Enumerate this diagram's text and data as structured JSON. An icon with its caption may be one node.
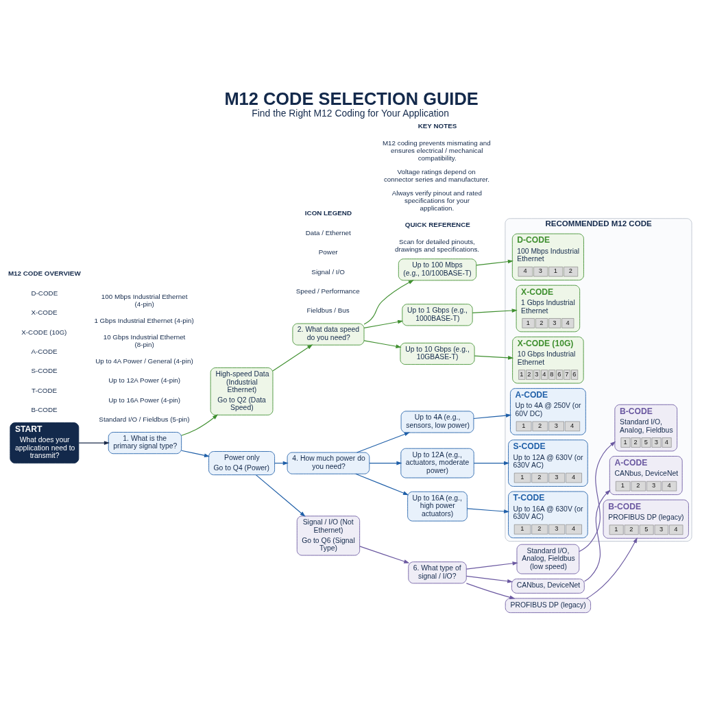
{
  "diagram": {
    "title": "M12 CODE SELECTION GUIDE",
    "nodes": [
      {
        "text": [
          "START",
          "What does your application need to transmit?"
        ]
      },
      {
        "text": [
          "1. What is the primary signal type?"
        ]
      },
      {
        "text": [
          "High-speed Data (Industrial Ethernet)",
          "Go to Q2 (Data Speed)"
        ]
      },
      {
        "text": [
          "2. What data speed do you need?"
        ]
      },
      {
        "text": [
          "Up to 100 Mbps (e.g., 10/100BASE-T)"
        ]
      },
      {
        "text": [
          "Up to 1 Gbps (e.g., 1000BASE-T)"
        ]
      },
      {
        "text": [
          "Up to 10 Gbps (e.g., 10GBASE-T)"
        ]
      },
      {
        "text": [
          "RECOMMENDED M12 CODE"
        ]
      },
      {
        "text": [
          "D-CODE",
          "100 Mbps Industrial Ethernet",
          "4",
          "3",
          "1",
          "2"
        ],
        "in": 7
      },
      {
        "text": [
          "X-CODE",
          "1 Gbps Industrial Ethernet",
          "1",
          "2",
          "3",
          "4"
        ],
        "in": 7
      },
      {
        "text": [
          "X-CODE (10G)",
          "10 Gbps Industrial Ethernet",
          "1",
          "2",
          "3",
          "4",
          "8",
          "6",
          "7",
          "6"
        ],
        "in": 7
      },
      {
        "text": [
          "Power only",
          "Go to Q4 (Power)"
        ]
      },
      {
        "text": [
          "4. How much power do you need?"
        ]
      },
      {
        "text": [
          "Up to 4A (e.g., sensors, low power)"
        ]
      },
      {
        "text": [
          "Up to 12A (e.g., actuators, moderate power)"
        ]
      },
      {
        "text": [
          "Up to 16A (e.g., high power actuators)"
        ]
      },
      {
        "text": [
          "A-CODE",
          "Up to 4A @ 250V (or 60V DC)",
          "1",
          "2",
          "3",
          "4"
        ],
        "in": 7
      },
      {
        "text": [
          "S-CODE",
          "Up to 12A @ 630V (or 630V AC)",
          "1",
          "2",
          "3",
          "4"
        ],
        "in": 7
      },
      {
        "text": [
          "T-CODE",
          "Up to 16A @ 630V (or 630V AC)",
          "1",
          "2",
          "3",
          "4"
        ],
        "in": 7
      },
      {
        "text": [
          "Signal / I/O (Not Ethernet)",
          "Go to Q6 (Signal Type)"
        ]
      },
      {
        "text": [
          "6. What type of signal / I/O?"
        ]
      },
      {
        "text": [
          "Standard I/O, Analog, Fieldbus (low speed)"
        ]
      },
      {
        "text": [
          "CANbus, DeviceNet"
        ]
      },
      {
        "text": [
          "PROFIBUS DP (legacy)"
        ]
      },
      {
        "text": [
          "B-CODE",
          "Standard I/O, Analog, Fieldbus",
          "1",
          "2",
          "5",
          "3",
          "4"
        ],
        "in": 7
      },
      {
        "text": [
          "A-CODE",
          "CANbus, DeviceNet",
          "1",
          "2",
          "3",
          "4"
        ],
        "in": 7
      },
      {
        "text": [
          "B-CODE",
          "PROFIBUS DP (legacy)",
          "1",
          "2",
          "5",
          "3",
          "4"
        ],
        "in": 7
      }
    ],
    "edges": [
      {
        "from": 0,
        "to": 1,
        "arrow": "to",
        "color": "#1b2a4a"
      },
      {
        "from": 1,
        "to": 2,
        "arrow": "to",
        "color": "#3f8f2f"
      },
      {
        "from": 2,
        "to": 3,
        "arrow": "to",
        "color": "#3f8f2f"
      },
      {
        "from": 3,
        "to": 4,
        "arrow": "to",
        "color": "#3f8f2f"
      },
      {
        "from": 3,
        "to": 5,
        "arrow": "to",
        "color": "#3f8f2f"
      },
      {
        "from": 3,
        "to": 6,
        "arrow": "to",
        "color": "#3f8f2f"
      },
      {
        "from": 4,
        "to": 8,
        "arrow": "to",
        "color": "#3f8f2f"
      },
      {
        "from": 5,
        "to": 9,
        "arrow": "to",
        "color": "#3f8f2f"
      },
      {
        "from": 6,
        "to": 10,
        "arrow": "to",
        "color": "#3f8f2f"
      },
      {
        "from": 1,
        "to": 11,
        "arrow": "to"
      },
      {
        "from": 11,
        "to": 12,
        "arrow": "to"
      },
      {
        "from": 12,
        "to": 13,
        "arrow": "to"
      },
      {
        "from": 12,
        "to": 14,
        "arrow": "to"
      },
      {
        "from": 12,
        "to": 15,
        "arrow": "to"
      },
      {
        "from": 13,
        "to": 16,
        "arrow": "to"
      },
      {
        "from": 14,
        "to": 17,
        "arrow": "to"
      },
      {
        "from": 15,
        "to": 18,
        "arrow": "to"
      },
      {
        "from": 11,
        "to": 19,
        "arrow": "to"
      },
      {
        "from": 19,
        "to": 20,
        "arrow": "to",
        "color": "#6a58a0"
      },
      {
        "from": 20,
        "to": 21,
        "arrow": "to",
        "color": "#6a58a0"
      },
      {
        "from": 20,
        "to": 22,
        "arrow": "to",
        "color": "#6a58a0"
      },
      {
        "from": 20,
        "to": 23,
        "arrow": "to",
        "color": "#6a58a0"
      },
      {
        "from": 21,
        "to": 24,
        "arrow": "to",
        "color": "#6a58a0"
      },
      {
        "from": 22,
        "to": 25,
        "arrow": "to",
        "color": "#6a58a0"
      },
      {
        "from": 23,
        "to": 26,
        "arrow": "to",
        "color": "#6a58a0"
      }
    ],
    "labels": [
      "Find the Right M12 Coding for Your Application",
      "M12 CODE OVERVIEW",
      "D-CODE",
      "100 Mbps Industrial Ethernet (4-pin)",
      "X-CODE",
      "1 Gbps Industrial Ethernet (4-pin)",
      "X-CODE (10G)",
      "10 Gbps Industrial Ethernet (8-pin)",
      "A-CODE",
      "Up to 4A Power / General (4-pin)",
      "S-CODE",
      "Up to 12A Power (4-pin)",
      "T-CODE",
      "Up to 16A Power (4-pin)",
      "B-CODE",
      "Standard I/O / Fieldbus (5-pin)",
      "KEY NOTES",
      "M12 coding prevents mismating and ensures electrical / mechanical compatibility.",
      "Voltage ratings depend on connector series and manufacturer.",
      "Always verify pinout and rated specifications for your application.",
      "QUICK REFERENCE",
      "Scan for detailed pinouts, drawings and specifications.",
      "ICON LEGEND"
    ],
    "legend": [
      {
        "text": "Data / Ethernet"
      },
      {
        "text": "Power"
      },
      {
        "text": "Signal / I/O"
      },
      {
        "text": "Speed / Performance"
      },
      {
        "text": "Fieldbus / Bus"
      }
    ]
  }
}
